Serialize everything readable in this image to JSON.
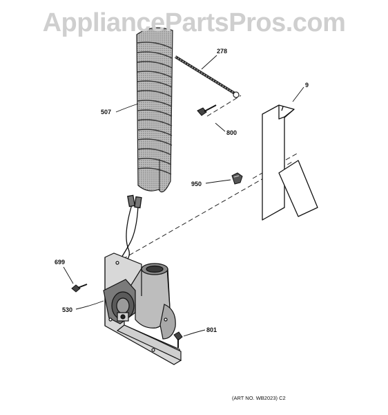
{
  "watermark": "AppliancePartsPros.com",
  "callouts": {
    "p278": "278",
    "p9": "9",
    "p507": "507",
    "p800": "800",
    "p950": "950",
    "p699": "699",
    "p530": "530",
    "p801": "801"
  },
  "art_note": "(ART NO. WB2023) C2"
}
